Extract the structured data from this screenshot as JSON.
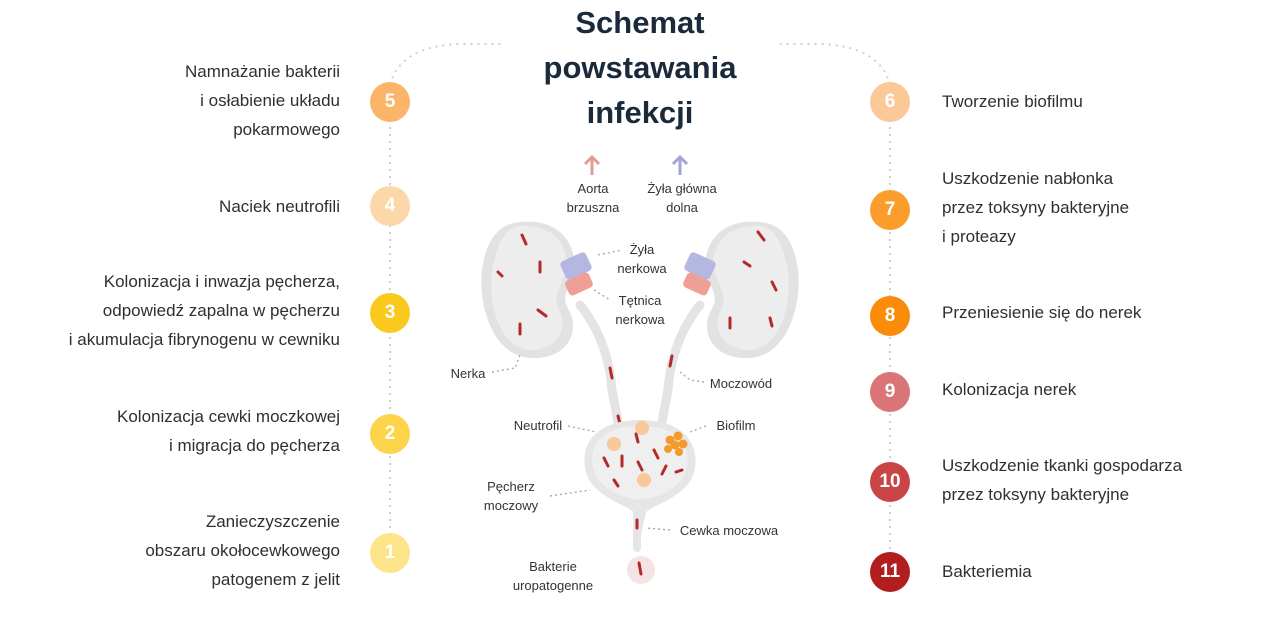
{
  "title": [
    "Schemat",
    "powstawania",
    "infekcji"
  ],
  "colors": {
    "step1": "#fde38a",
    "step2": "#fcd44a",
    "step3": "#fbc81e",
    "step4": "#fcd7a8",
    "step5": "#fbb56a",
    "step6": "#fcc897",
    "step7": "#fb9d2c",
    "step8": "#fa8c0a",
    "step9": "#d97576",
    "step10": "#c94545",
    "step11": "#b21e1e"
  },
  "steps_left": [
    {
      "num": "5",
      "lines": [
        "Namnażanie bakterii",
        "i osłabienie układu",
        "pokarmowego"
      ]
    },
    {
      "num": "4",
      "lines": [
        "Naciek neutrofili"
      ]
    },
    {
      "num": "3",
      "lines": [
        "Kolonizacja i inwazja pęcherza,",
        "odpowiedź zapalna w pęcherzu",
        "i akumulacja fibrynogenu w cewniku"
      ]
    },
    {
      "num": "2",
      "lines": [
        "Kolonizacja cewki moczkowej",
        "i migracja do pęcherza"
      ]
    },
    {
      "num": "1",
      "lines": [
        "Zanieczyszczenie",
        "obszaru okołocewkowego",
        "patogenem z jelit"
      ]
    }
  ],
  "steps_right": [
    {
      "num": "6",
      "lines": [
        "Tworzenie biofilmu"
      ]
    },
    {
      "num": "7",
      "lines": [
        "Uszkodzenie nabłonka",
        "przez toksyny bakteryjne",
        "i proteazy"
      ]
    },
    {
      "num": "8",
      "lines": [
        "Przeniesienie się do nerek"
      ]
    },
    {
      "num": "9",
      "lines": [
        "Kolonizacja nerek"
      ]
    },
    {
      "num": "10",
      "lines": [
        "Uszkodzenie tkanki gospodarza",
        "przez toksyny bakteryjne"
      ]
    },
    {
      "num": "11",
      "lines": [
        "Bakteriemia"
      ]
    }
  ],
  "labels": {
    "aorta": [
      "Aorta",
      "brzuszna"
    ],
    "vein": [
      "Żyła główna",
      "dolna"
    ],
    "renal_vein": [
      "Żyła",
      "nerkowa"
    ],
    "renal_artery": [
      "Tętnica",
      "nerkowa"
    ],
    "kidney": "Nerka",
    "ureter": "Moczowód",
    "neutrophil": "Neutrofil",
    "biofilm": "Biofilm",
    "bladder": [
      "Pęcherz",
      "moczowy"
    ],
    "urethra": "Cewka moczowa",
    "bacteria": [
      "Bakterie",
      "uropatogenne"
    ]
  }
}
